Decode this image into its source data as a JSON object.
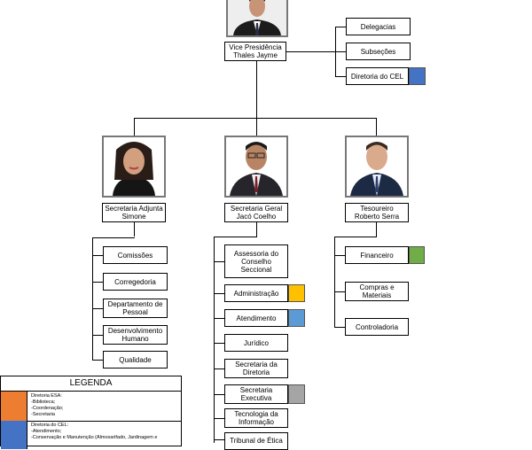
{
  "colors": {
    "orange": "#ED7D31",
    "blue": "#4472C4",
    "green": "#70AD47",
    "yellow": "#FFC000",
    "lightblue": "#5B9BD5",
    "gray": "#A5A5A5"
  },
  "top": {
    "photo_icon": "person-photo-icon",
    "label": "Vice Presidência\nThales Jayme",
    "branches": [
      "Delegacias",
      "Subseções",
      "Diretoria do CEL"
    ]
  },
  "left": {
    "label": "Secretaria Adjunta\nSimone",
    "items": [
      "Comissões",
      "Corregedoria",
      "Departamento de Pessoal",
      "Desenvolvimento Humano",
      "Qualidade"
    ]
  },
  "center": {
    "label": "Secretaria Geral\nJacó Coelho",
    "items": [
      "Assessoria do Conselho Seccional",
      "Administração",
      "Atendimento",
      "Jurídico",
      "Secretaria da Diretoria",
      "Secretaria Executiva",
      "Tecnologia da Informação",
      "Tribunal de Ética"
    ]
  },
  "right": {
    "label": "Tesoureiro\nRoberto Serra",
    "items": [
      "Financeiro",
      "Compras e Materiais",
      "Controladoria"
    ]
  },
  "legend": {
    "title": "LEGENDA",
    "rows": [
      "Diretoria ESA:\n-Biblioteca;\n-Coordenação;\n-Secretaria",
      "Diretoria do CEL:\n-Atendimento;\n-Conservação e Manutenção (Almoxarifado, Jardinagem e"
    ]
  }
}
